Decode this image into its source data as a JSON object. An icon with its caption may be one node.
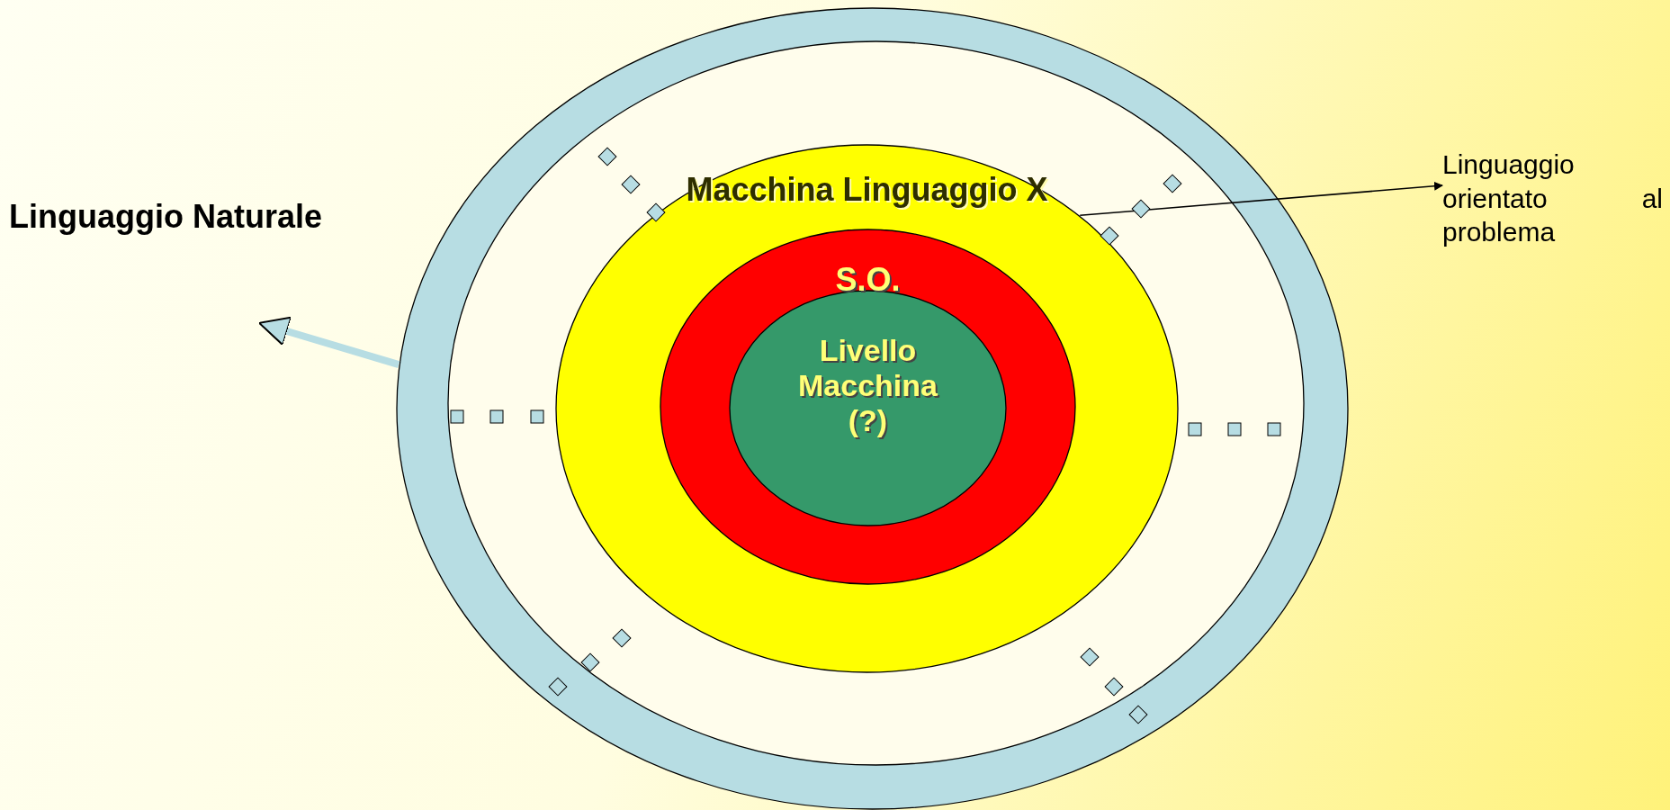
{
  "diagram": {
    "nodes": [
      {
        "text": [],
        "shape": "circle"
      },
      {
        "text": [
          "Macchina Linguaggio X"
        ],
        "in": 0
      },
      {
        "text": [
          "S.O."
        ],
        "in": 1
      },
      {
        "text": [
          "Livello Macchina (?)"
        ],
        "in": 2
      },
      {
        "text": [
          "Linguaggio Naturale"
        ]
      },
      {
        "text": [
          "Linguaggio orientato al problema"
        ]
      }
    ],
    "edges": [
      {
        "from": 0,
        "to": 4,
        "arrow": "to",
        "style": "thick",
        "color": "#b7dde3"
      },
      {
        "from": 1,
        "to": 5,
        "arrow": "to",
        "color": "#000000"
      }
    ]
  }
}
